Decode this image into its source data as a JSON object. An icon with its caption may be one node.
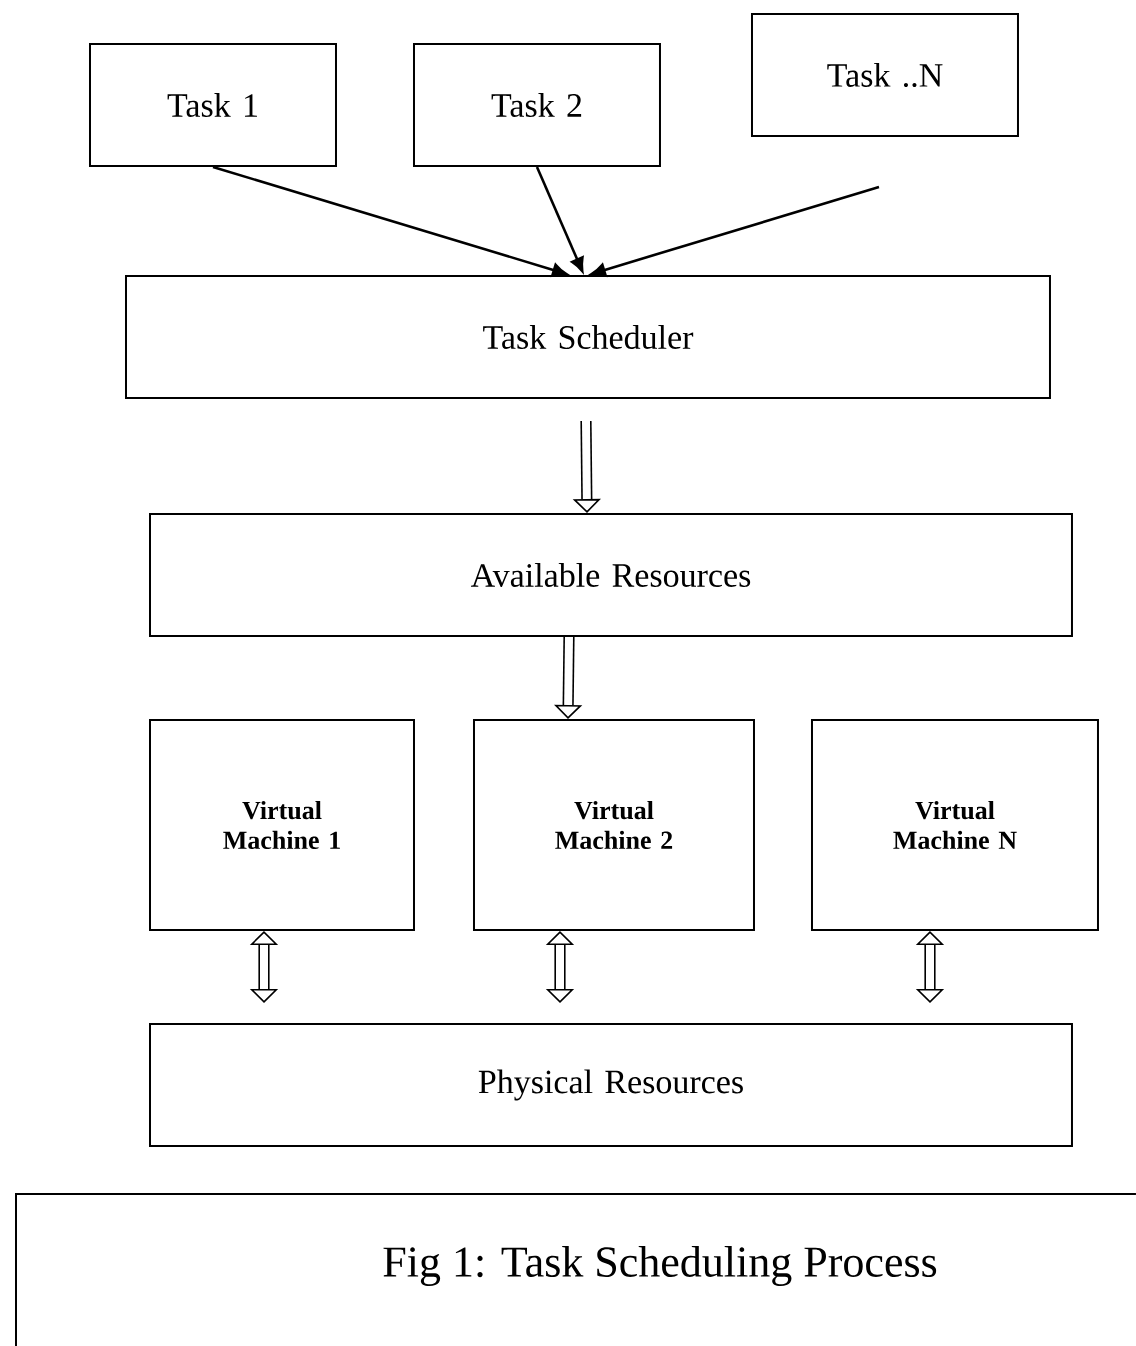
{
  "diagram": {
    "caption": "Fig 1: Task Scheduling Process",
    "nodes": [
      {
        "text": [
          "Task 1"
        ]
      },
      {
        "text": [
          "Task 2"
        ]
      },
      {
        "text": [
          "Task ..N"
        ]
      },
      {
        "text": [
          "Task Scheduler"
        ]
      },
      {
        "text": [
          "Available Resources"
        ]
      },
      {
        "text": [
          "Virtual Machine 1"
        ]
      },
      {
        "text": [
          "Virtual Machine 2"
        ]
      },
      {
        "text": [
          "Virtual Machine N"
        ]
      },
      {
        "text": [
          "Physical  Resources"
        ]
      }
    ],
    "edges": [
      {
        "from": 0,
        "to": 3,
        "arrow": "to"
      },
      {
        "from": 1,
        "to": 3,
        "arrow": "to"
      },
      {
        "from": 2,
        "to": 3,
        "arrow": "to"
      },
      {
        "from": 3,
        "to": 4,
        "arrow": "to"
      },
      {
        "from": 4,
        "to": 6,
        "arrow": "to"
      },
      {
        "from": 5,
        "to": 8,
        "arrow": "both"
      },
      {
        "from": 6,
        "to": 8,
        "arrow": "both"
      },
      {
        "from": 7,
        "to": 8,
        "arrow": "both"
      }
    ]
  }
}
